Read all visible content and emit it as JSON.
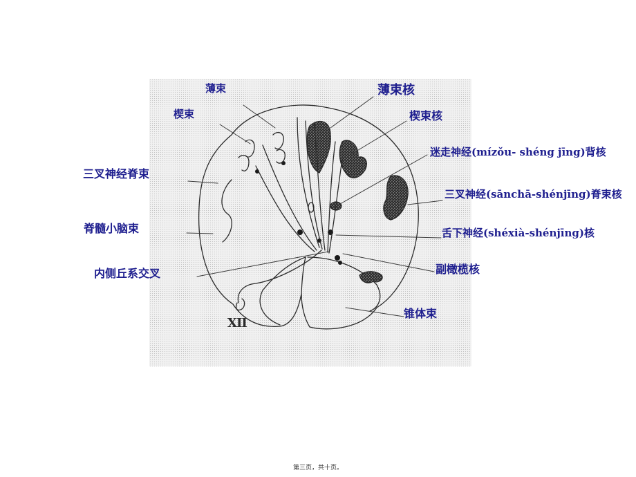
{
  "labels": {
    "bo_shu": "薄束",
    "bo_shu_he": "薄束核",
    "xie_shu": "楔束",
    "xie_shu_he": "楔束核",
    "mizou_beihe": "迷走神经(mízǒu- shéng jīng)背核",
    "sanchashen_jishu": "三叉神经脊束",
    "sancha_jishuhe": "三叉神经(sānchā-shénjīng)脊束核",
    "jisui_xiaonao": "脊髓小脑束",
    "shexia_he": "舌下神经(shéxià-shénjīng)核",
    "neice_qiuxi": "内侧丘系交叉",
    "fu_ganlan": "副橄榄核",
    "zhuiti_shu": "锥体束"
  },
  "roman_marker": "XII",
  "footer": "第三页，共十页。",
  "colors": {
    "label_text": "#1f1f8f",
    "line": "#2b2b2b",
    "background": "#ffffff",
    "frame": "#f1f1f1"
  }
}
